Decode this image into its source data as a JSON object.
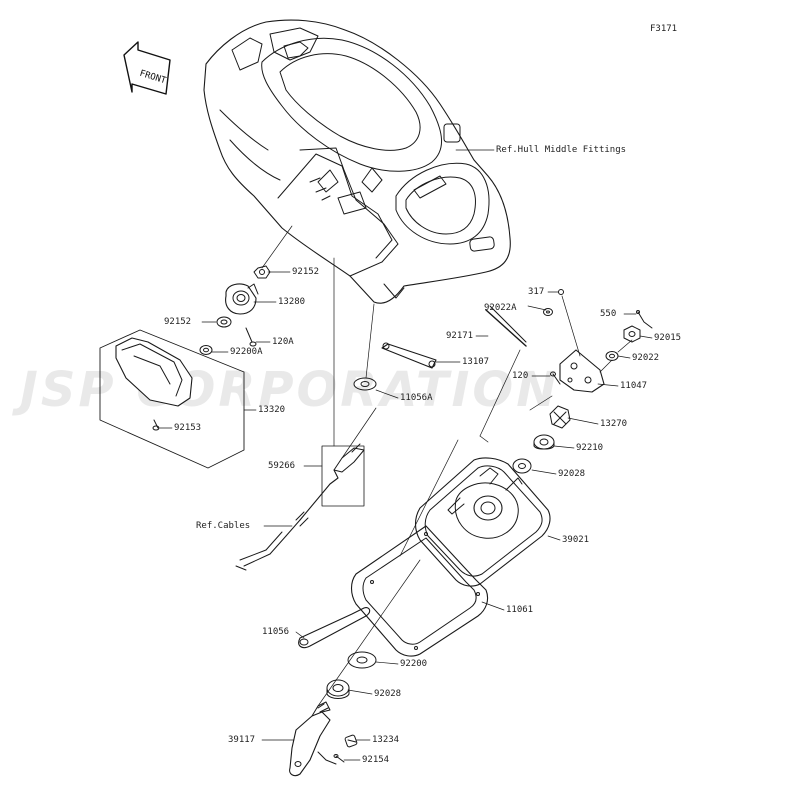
{
  "figure_id": "F3171",
  "front_label": "FRONT",
  "watermark": "JSP CORPORATION",
  "ref_labels": {
    "hull": "Ref.Hull Middle Fittings",
    "cables": "Ref.Cables"
  },
  "parts": [
    {
      "key": "p92152a",
      "label": "92152"
    },
    {
      "key": "p13280",
      "label": "13280"
    },
    {
      "key": "p92152b",
      "label": "92152"
    },
    {
      "key": "p120a",
      "label": "120A"
    },
    {
      "key": "p92200a",
      "label": "92200A"
    },
    {
      "key": "p13107",
      "label": "13107"
    },
    {
      "key": "p11056a",
      "label": "11056A"
    },
    {
      "key": "p13320",
      "label": "13320"
    },
    {
      "key": "p92153",
      "label": "92153"
    },
    {
      "key": "p59266",
      "label": "59266"
    },
    {
      "key": "p317",
      "label": "317"
    },
    {
      "key": "p92022a",
      "label": "92022A"
    },
    {
      "key": "p92171",
      "label": "92171"
    },
    {
      "key": "p550",
      "label": "550"
    },
    {
      "key": "p92015",
      "label": "92015"
    },
    {
      "key": "p92022",
      "label": "92022"
    },
    {
      "key": "p120",
      "label": "120"
    },
    {
      "key": "p11047",
      "label": "11047"
    },
    {
      "key": "p13270",
      "label": "13270"
    },
    {
      "key": "p92210",
      "label": "92210"
    },
    {
      "key": "p92028a",
      "label": "92028"
    },
    {
      "key": "p39021",
      "label": "39021"
    },
    {
      "key": "p11061",
      "label": "11061"
    },
    {
      "key": "p11056",
      "label": "11056"
    },
    {
      "key": "p92200",
      "label": "92200"
    },
    {
      "key": "p92028b",
      "label": "92028"
    },
    {
      "key": "p39117",
      "label": "39117"
    },
    {
      "key": "p13234",
      "label": "13234"
    },
    {
      "key": "p92154",
      "label": "92154"
    }
  ]
}
